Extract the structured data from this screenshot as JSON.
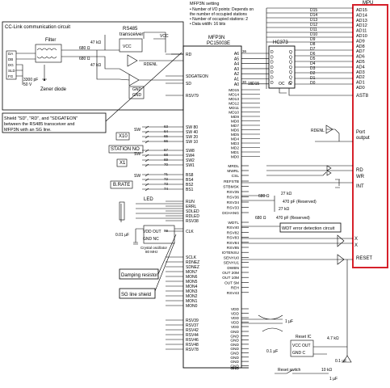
{
  "notes": {
    "setting_title": "MFP3N setting",
    "setting_lines": [
      "• Number of I/O points: Depends on",
      "  the number of occupied stations",
      "• Number of occupied stations: 2",
      "• Data width: 16 bits"
    ],
    "shield_lines": [
      "Shield \"SD\", \"RD\", and \"SDGATEON\"",
      "between the RS485 transceiver and",
      "MFP3N with an SG line."
    ]
  },
  "cclink": {
    "title": "CC-Link communication circuit",
    "filter": "Filter",
    "rs485": [
      "RS485",
      "transceiver"
    ],
    "terminals": [
      "DA",
      "DB",
      "DG",
      "SLD",
      "FG"
    ],
    "zener": "Zener diode",
    "cap": [
      "3300 pF",
      "50 V"
    ],
    "r_labels": [
      "47 kΩ",
      "680 Ω",
      "680 Ω",
      "47 kΩ"
    ],
    "signals": [
      "VCC",
      "VCC",
      "GND",
      "GND",
      "RDENL"
    ]
  },
  "chip": {
    "title": "MFP3N",
    "part": "PC15003E",
    "left_pins": [
      {
        "num": "",
        "name": "RD"
      },
      {
        "num": "",
        "name": "SDGATEON"
      },
      {
        "num": "",
        "name": "SD"
      },
      {
        "num": "",
        "name": "RSV79"
      },
      {
        "num": "63",
        "name": "SW 80"
      },
      {
        "num": "64",
        "name": "SW 40"
      },
      {
        "num": "65",
        "name": "SW 20"
      },
      {
        "num": "66",
        "name": "SW 10"
      },
      {
        "num": "67",
        "name": "SW8"
      },
      {
        "num": "68",
        "name": "SW4"
      },
      {
        "num": "69",
        "name": "SW2"
      },
      {
        "num": "70",
        "name": "SW1"
      },
      {
        "num": "71",
        "name": "BS8"
      },
      {
        "num": "72",
        "name": "BS4"
      },
      {
        "num": "73",
        "name": "BS2"
      },
      {
        "num": "74",
        "name": "BS1"
      },
      {
        "num": "",
        "name": "RUN"
      },
      {
        "num": "",
        "name": "ERRL"
      },
      {
        "num": "",
        "name": "SDLED"
      },
      {
        "num": "",
        "name": "RDLED"
      },
      {
        "num": "",
        "name": "RSV38"
      },
      {
        "num": "99",
        "name": "CLK"
      },
      {
        "num": "",
        "name": "SCLK"
      },
      {
        "num": "",
        "name": "RDNEZ"
      },
      {
        "num": "",
        "name": "SDNEZ"
      },
      {
        "num": "",
        "name": "MON7"
      },
      {
        "num": "",
        "name": "MON6"
      },
      {
        "num": "",
        "name": "MON5"
      },
      {
        "num": "",
        "name": "MON4"
      },
      {
        "num": "",
        "name": "MON3"
      },
      {
        "num": "",
        "name": "MON2"
      },
      {
        "num": "",
        "name": "MON1"
      },
      {
        "num": "",
        "name": "MON0"
      },
      {
        "num": "",
        "name": "RSV39"
      },
      {
        "num": "",
        "name": "RSV37"
      },
      {
        "num": "",
        "name": "RSV42"
      },
      {
        "num": "",
        "name": "RSV44"
      },
      {
        "num": "",
        "name": "RSV46"
      },
      {
        "num": "",
        "name": "RSV48"
      },
      {
        "num": "",
        "name": "RSV78"
      }
    ],
    "right_pins_a": [
      "A6",
      "A5",
      "A4",
      "A3",
      "A2",
      "A1",
      "A0"
    ],
    "right_pins_a_num": [
      "36",
      "",
      "",
      "",
      "",
      "",
      "30"
    ],
    "right_pins_d": [
      "MD15",
      "MD14",
      "MD13",
      "MD12",
      "MD11",
      "MD10",
      "MD9",
      "MD8",
      "MD7",
      "MD6",
      "MD5",
      "MD4",
      "MD3",
      "MD2",
      "MD1",
      "MD0"
    ],
    "right_pins_ctrl": [
      "MRDL",
      "MWRL",
      "CSL",
      "REFSTB",
      "STBMSK",
      "RSV35",
      "RSV36",
      "RSV34",
      "RSV33",
      "DCHANG",
      "WDTL",
      "RSV40",
      "RSV82",
      "RSV83",
      "RSV84",
      "RSV85",
      "IOTENSU",
      "SENYU0",
      "SENYU1",
      "DWBN",
      "OUT 20M",
      "OUT 10M",
      "OUT 5M",
      "REH",
      "RSV43",
      "VDD",
      "VDD",
      "VDD",
      "VDD",
      "VDD",
      "GND",
      "GND",
      "GND",
      "GND",
      "GND",
      "GND",
      "GND",
      "GND",
      "GND",
      "GND",
      "GND"
    ],
    "d15_num": "15",
    "d15_label": "D15"
  },
  "hc373": {
    "title": "HC373",
    "inputs": [
      "D",
      "D",
      "D",
      "D",
      "D",
      "D",
      "D"
    ],
    "outputs": [
      "Q",
      "Q",
      "Q",
      "Q",
      "Q",
      "Q",
      "Q"
    ],
    "oc": "OC",
    "g": "G"
  },
  "bus": {
    "d_labels": [
      "D15",
      "D14",
      "D13",
      "D12",
      "D11",
      "D10",
      "D9",
      "D8",
      "D7",
      "D6",
      "D5",
      "D4",
      "D3",
      "D2",
      "D1",
      "D0"
    ]
  },
  "mpu": {
    "title": "MPU",
    "pins": [
      "AD15",
      "AD14",
      "AD13",
      "AD12",
      "AD11",
      "AD10",
      "AD9",
      "AD8",
      "AD7",
      "AD6",
      "AD5",
      "AD4",
      "AD3",
      "AD2",
      "AD1",
      "AD0"
    ],
    "ast8": "AST8",
    "port": [
      "Port",
      "output"
    ],
    "rd": "RD",
    "wr": "WR",
    "int": "INT",
    "x1": "X",
    "x2": "X",
    "reset": "RESET"
  },
  "switches": {
    "x10": "X10",
    "station_no": "STATION NO",
    "x1": "X1",
    "brate": "B.RATE",
    "sw": "SW"
  },
  "misc": {
    "led": "LED",
    "vdd_out": "VDD OUT",
    "gnd_nc": "GND NC",
    "crystal": [
      "Crystal oscillator",
      "80 MHz"
    ],
    "cap_01": "0.01 µF",
    "damping": "Damping resistor",
    "sg_shield": "SG line shield",
    "r680": "680 Ω",
    "r27k_a": "27 kΩ",
    "cap470_a": "470 pF (Reserved)",
    "r27k_b": "27 kΩ",
    "r680_b": "680 Ω",
    "cap470_b": "470 pF (Reserved)",
    "wdt": "WDT error detection circuit",
    "rdenl": "RDENL",
    "cap_1u": "1 µF",
    "reset_ic": "Reset IC",
    "vcc_out": "VCC OUT",
    "gnd_c": "GND C",
    "cap_01u": "0.1 µF",
    "r47k": "4.7 kΩ",
    "reset_switch": "Reset switch",
    "r10k": "10 kΩ",
    "cap_01u_b": "0.1 µF",
    "cap_1u_b": "1 µF"
  }
}
